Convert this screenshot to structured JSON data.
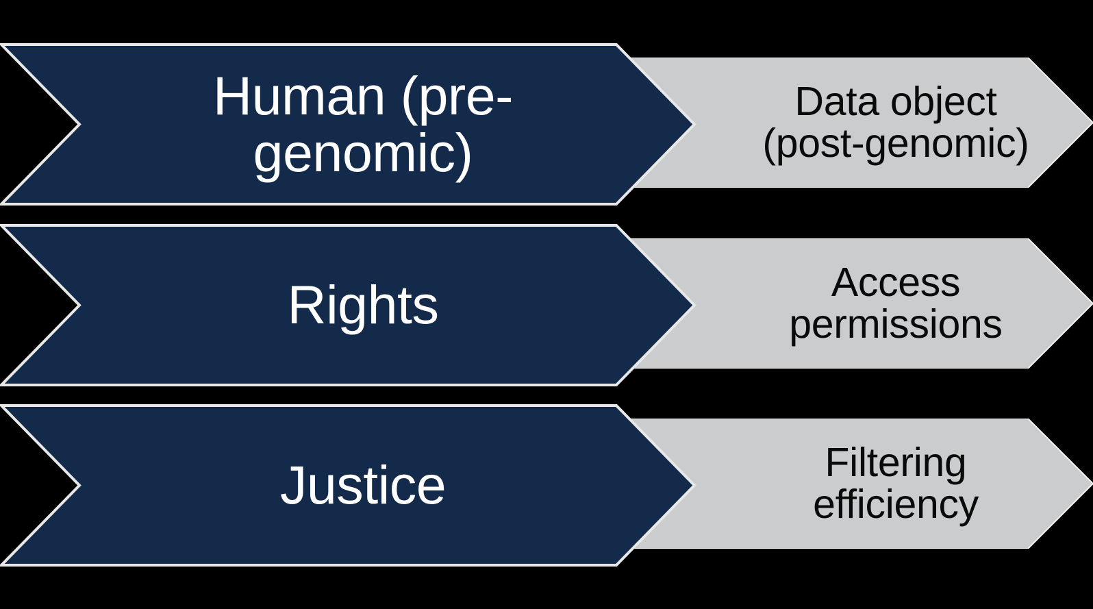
{
  "diagram": {
    "type": "chevron-process-pairs",
    "background_color": "#000000",
    "primary_color": "#132a4a",
    "primary_outline_color": "#e8e8e8",
    "primary_text_color": "#ffffff",
    "secondary_color": "#cbcccd",
    "secondary_text_color": "#0a0a0a",
    "rows": [
      {
        "primary_label": "Human (pre-\ngenomic)",
        "secondary_label": "Data object\n(post-genomic)"
      },
      {
        "primary_label": "Rights",
        "secondary_label": "Access\npermissions"
      },
      {
        "primary_label": "Justice",
        "secondary_label": "Filtering\nefficiency"
      }
    ]
  }
}
